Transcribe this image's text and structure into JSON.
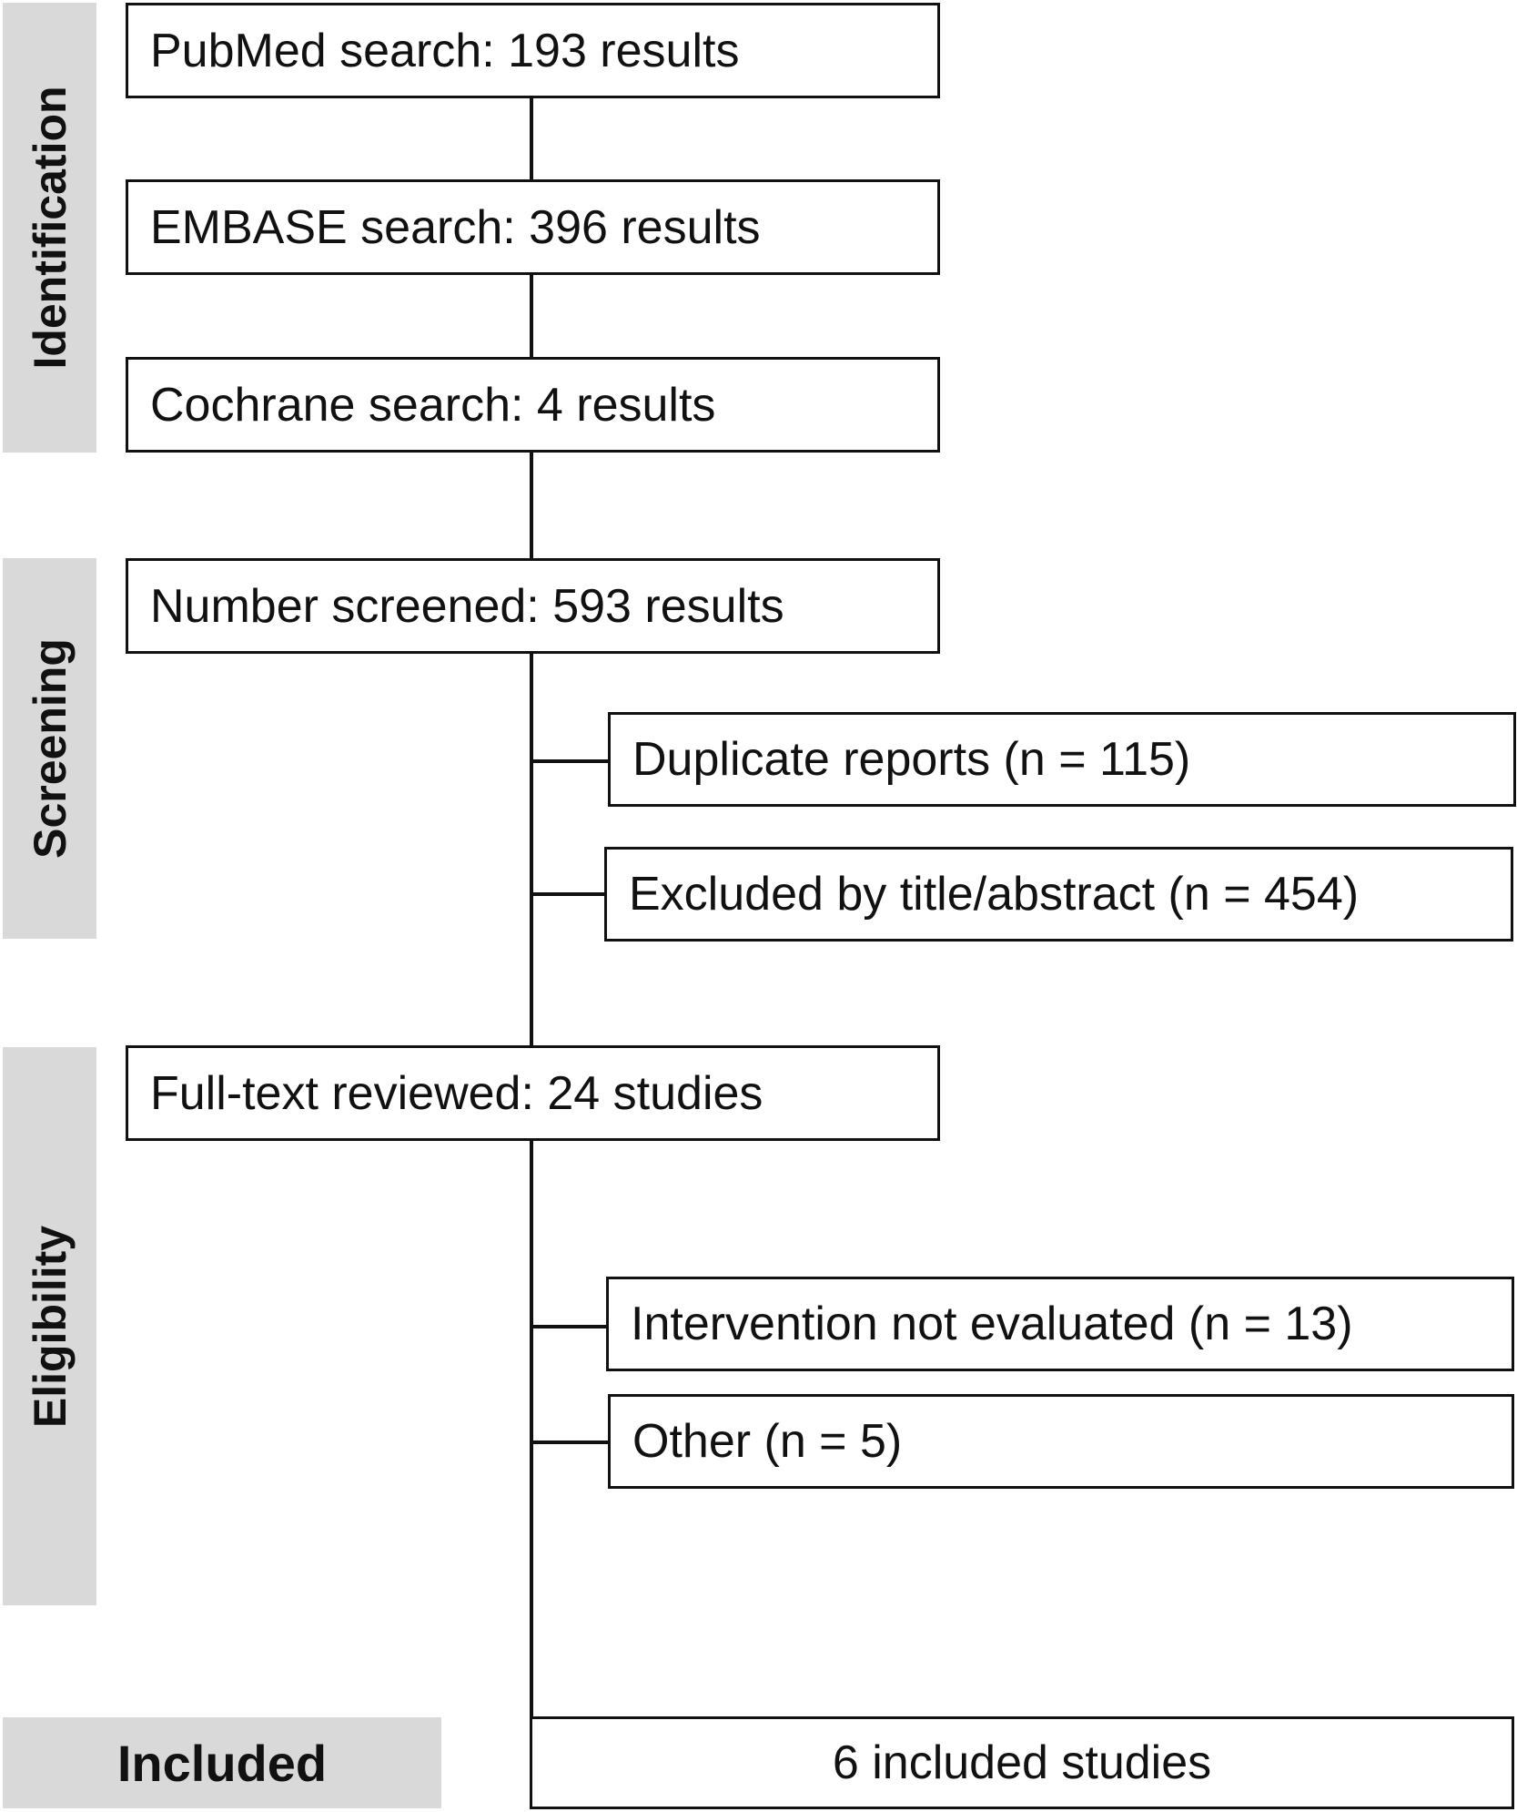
{
  "phases": {
    "identification": "Identification",
    "screening": "Screening",
    "eligibility": "Eligibility",
    "included": "Included"
  },
  "boxes": {
    "pubmed": "PubMed search: 193 results",
    "embase": "EMBASE search: 396 results",
    "cochrane": "Cochrane search: 4 results",
    "screened": "Number screened: 593 results",
    "duplicates": "Duplicate reports (n = 115)",
    "excluded_title": "Excluded by title/abstract (n = 454)",
    "fulltext": "Full-text reviewed: 24 studies",
    "not_evaluated": "Intervention not evaluated (n = 13)",
    "other": "Other (n = 5)",
    "included": "6 included studies"
  }
}
